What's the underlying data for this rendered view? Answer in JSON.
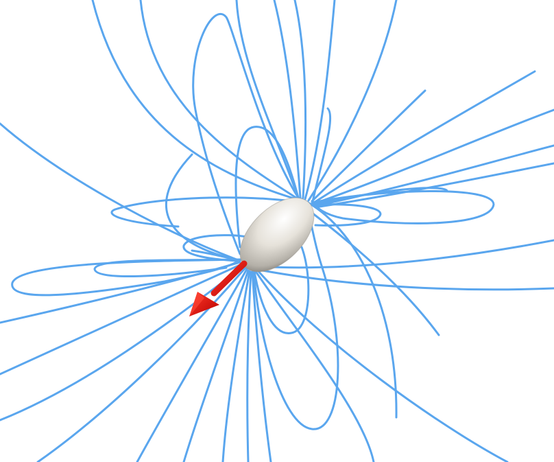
{
  "scene": {
    "background": "#ffffff",
    "field_line_color": "#5aa6ee",
    "magnet_color": "#e4e0d8",
    "magnet_shadow": "#8a8680",
    "arrow_color": "#e00000"
  },
  "objects": {
    "magnet": "ellipsoid-magnet",
    "moment": "magnetic-moment-arrow",
    "field": "magnetic-field-lines"
  }
}
